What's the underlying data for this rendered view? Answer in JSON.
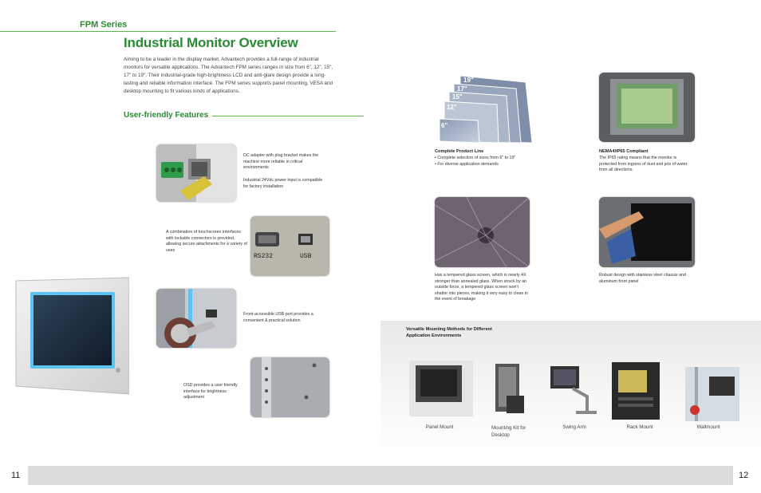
{
  "header": {
    "series": "FPM Series",
    "title": "Industrial Monitor Overview",
    "intro": "Aiming to be a leader in the display market, Advantech provides a full-range of industrial monitors for versatile applications. The Advantech FPM series ranges in size from 6\", 12\", 15\", 17\" to 19\". Their industrial-grade high-brightness LCD and anti-glare design provide a long-lasting and reliable information interface. The FPM series supports panel mounting, VESA and desktop mounting to fit various kinds of applications."
  },
  "features": {
    "heading": "User-friendly Features",
    "dc_adapter": "DC adapter with plug bracket makes the machine more reliable in critical environments",
    "power": "Industrial 24Vdc power input is compatible for factory installation",
    "touchscreen": "A combination of touchscreen interfaces with lockable connectors is provided, allowing secure attachments for a variety of uses",
    "usb": "Front-accessible USB port provides a convenient & practical solution",
    "osd": "OSD provides a user friendly interface for brightness adjustment"
  },
  "sizes": [
    "19\"",
    "17\"",
    "15\"",
    "12\"",
    "6\""
  ],
  "product_line": {
    "title": "Complete Product Line",
    "bullet1": "• Complete selection of sizes from 6\" to 19\"",
    "bullet2": "• For diverse application demands"
  },
  "nema": {
    "title": "NEMA4/IP65 Compliant",
    "text": "The IP65 rating means that the monitor is protected from ingress of dust and jets of water from all directions."
  },
  "glass": {
    "text": "Has a tempered glass screen, which is nearly 4X stronger than annealed glass. When struck by an outside force, a tempered glass screen won't shatter into pieces, making it very easy to clean in the event of breakage"
  },
  "robust": {
    "text": "Robust design with stainless steel chassis and aluminum front panel"
  },
  "mounting": {
    "title1": "Versatile Mounting Methods for Different",
    "title2": "Application Environments",
    "items": [
      {
        "label": "Panel Mount"
      },
      {
        "label": "Mounting Kit for Desktop"
      },
      {
        "label": "Swing Arm"
      },
      {
        "label": "Rack Mount"
      },
      {
        "label": "Wallmount"
      }
    ]
  },
  "connector_labels": {
    "rs232": "RS232",
    "usb": "USB"
  },
  "footer": {
    "left_page": "11",
    "right_page": "12"
  },
  "colors": {
    "accent_green": "#5cbb46",
    "title_green": "#2a8a36",
    "footer_gray": "#dcdcdc"
  }
}
